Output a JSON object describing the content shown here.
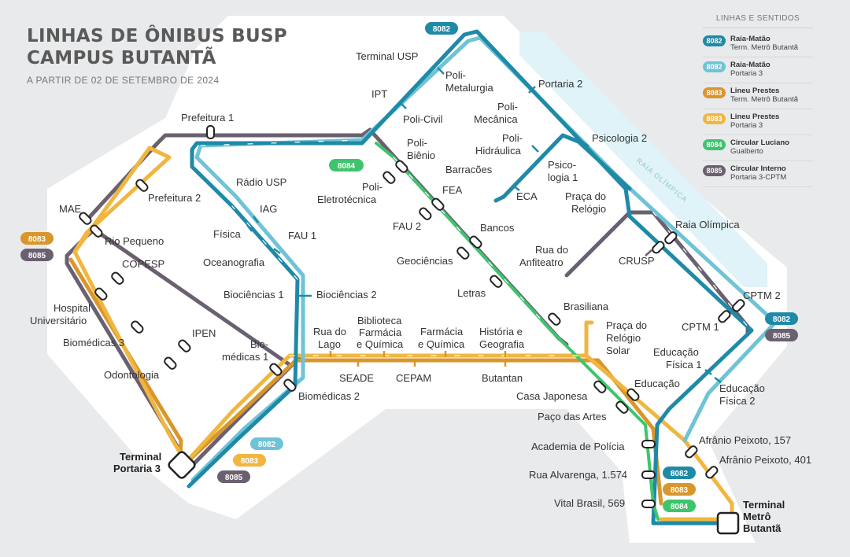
{
  "header": {
    "title_line1": "LINHAS DE ÔNIBUS BUSP",
    "title_line2": "CAMPUS BUTANTÃ",
    "subtitle": "A PARTIR DE 02 DE SETEMBRO DE 2024"
  },
  "legend": {
    "heading": "LINHAS E SENTIDOS",
    "items": [
      {
        "code": "8082",
        "name": "Raia-Matão",
        "direction": "Term. Metrô Butantã",
        "color": "#1f8aa8"
      },
      {
        "code": "8082",
        "name": "Raia-Matão",
        "direction": "Portaria 3",
        "color": "#6fc3d6"
      },
      {
        "code": "8083",
        "name": "Lineu Prestes",
        "direction": "Term. Metrô Butantã",
        "color": "#d9962a"
      },
      {
        "code": "8083",
        "name": "Lineu Prestes",
        "direction": "Portaria 3",
        "color": "#f0b640"
      },
      {
        "code": "8084",
        "name": "Circular Luciano",
        "direction": "Gualberto",
        "color": "#3ec46d"
      },
      {
        "code": "8085",
        "name": "Circular Interno",
        "direction": "Portaria 3-CPTM",
        "color": "#6a6070"
      }
    ]
  },
  "colors": {
    "raia_metro": "#1f8aa8",
    "raia_portaria": "#6fc3d6",
    "lineu_metro": "#d9962a",
    "lineu_portaria": "#f0b640",
    "circular": "#3ec46d",
    "interno": "#6a6070"
  },
  "waterway_label": "RAIA OLÍMPICA",
  "line_tags": {
    "top_8082": "8082",
    "left_8083": "8083",
    "left_8085": "8085",
    "center_8084": "8084",
    "right_8082": "8082",
    "right_8085": "8085",
    "p3_8082": "8082",
    "p3_8083": "8083",
    "p3_8085": "8085",
    "metro_8082": "8082",
    "metro_8083": "8083",
    "metro_8084": "8084"
  },
  "stops": {
    "terminal_usp": "Terminal USP",
    "poli_metalurgia_1": "Poli-",
    "poli_metalurgia_2": "Metalurgia",
    "ipt": "IPT",
    "poli_civil": "Poli-Civil",
    "portaria_2": "Portaria 2",
    "poli_mecanica_1": "Poli-",
    "poli_mecanica_2": "Mecânica",
    "poli_hidraulica_1": "Poli-",
    "poli_hidraulica_2": "Hidráulica",
    "psicologia_2": "Psicologia 2",
    "prefeitura_1": "Prefeitura 1",
    "poli_bienio_1": "Poli-",
    "poli_bienio_2": "Biênio",
    "barracoes": "Barracões",
    "psicologia_1_1": "Psico-",
    "psicologia_1_2": "logia 1",
    "radio_usp": "Rádio USP",
    "poli_eletrotecnica_1": "Poli-",
    "poli_eletrotecnica_2": "Eletrotécnica",
    "fea": "FEA",
    "eca": "ECA",
    "praca_relogio_1": "Praça do",
    "praca_relogio_2": "Relógio",
    "prefeitura_2": "Prefeitura 2",
    "iag": "IAG",
    "mae": "MAE",
    "fau_2": "FAU 2",
    "bancos": "Bancos",
    "raia_olimpica": "Raia Olímpica",
    "fisica": "Física",
    "fau_1": "FAU 1",
    "rio_pequeno": "Rio Pequeno",
    "rua_anfiteatro_1": "Rua do",
    "rua_anfiteatro_2": "Anfiteatro",
    "copesp": "COPESP",
    "oceanografia": "Oceanografia",
    "geociencias": "Geociências",
    "crusp": "CRUSP",
    "hospital_1": "Hospital",
    "hospital_2": "Universitário",
    "biociencias_1": "Biociências 1",
    "biociencias_2": "Biociências 2",
    "letras": "Letras",
    "cptm_2": "CPTM 2",
    "brasiliana": "Brasiliana",
    "praca_solar_1": "Praça do",
    "praca_solar_2": "Relógio",
    "praca_solar_3": "Solar",
    "cptm_1": "CPTM 1",
    "rua_lago_1": "Rua do",
    "rua_lago_2": "Lago",
    "biblioteca_1": "Biblioteca",
    "biblioteca_2": "Farmácia",
    "biblioteca_3": "e Química",
    "farmacia_1": "Farmácia",
    "farmacia_2": "e Química",
    "historia_1": "História e",
    "historia_2": "Geografia",
    "biomedicas_3": "Biomédicas 3",
    "ipen": "IPEN",
    "biomedicas_1_1": "Bio-",
    "biomedicas_1_2": "médicas 1",
    "educacao_fisica_1_1": "Educação",
    "educacao_fisica_1_2": "Física 1",
    "odontologia": "Odontologia",
    "seade": "SEADE",
    "cepam": "CEPAM",
    "butantan": "Butantan",
    "educacao": "Educação",
    "educacao_fisica_2_1": "Educação",
    "educacao_fisica_2_2": "Física 2",
    "biomedicas_2": "Biomédicas 2",
    "casa_japonesa": "Casa Japonesa",
    "paco_artes": "Paço das Artes",
    "afranio_157": "Afrânio Peixoto, 157",
    "academia_policia": "Academia de Polícia",
    "afranio_401": "Afrânio Peixoto, 401",
    "terminal_p3_1": "Terminal",
    "terminal_p3_2": "Portaria 3",
    "rua_alvarenga": "Rua Alvarenga, 1.574",
    "vital_brasil": "Vital Brasil, 569",
    "terminal_metro_1": "Terminal",
    "terminal_metro_2": "Metrô",
    "terminal_metro_3": "Butantã"
  }
}
